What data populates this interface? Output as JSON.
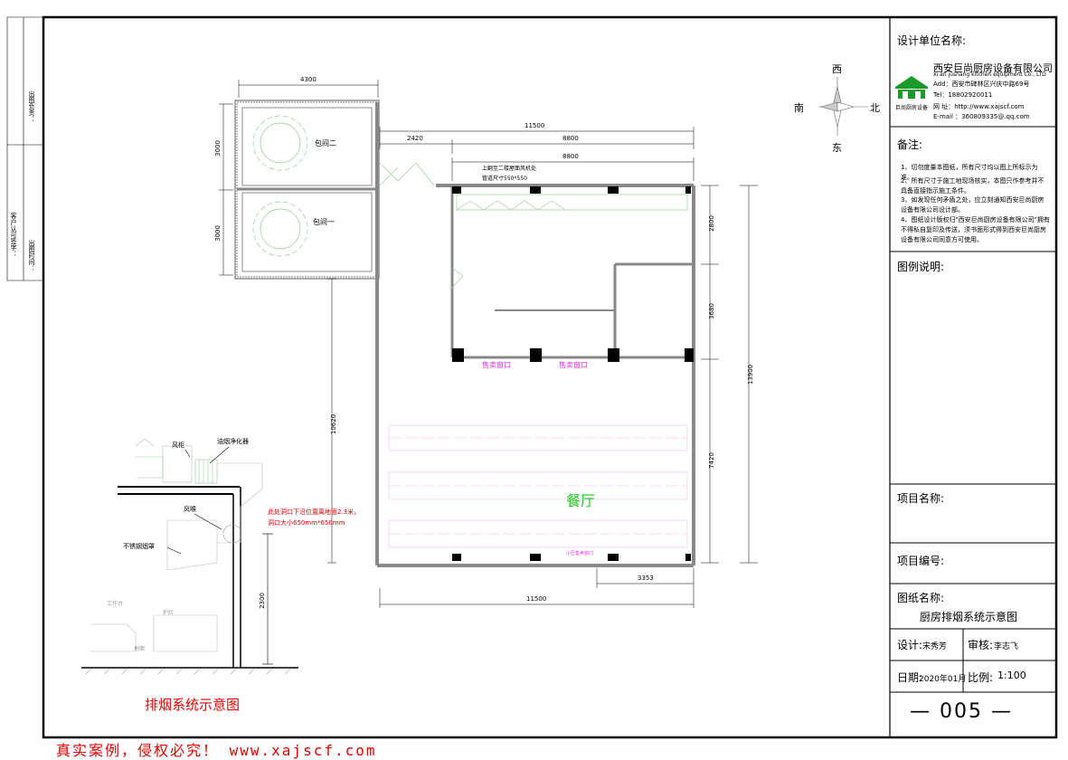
{
  "sheet": {
    "left_strip": {
      "row1": "出图负责：",
      "row2a": "客户认可签字：",
      "row2b": "出图时间："
    },
    "title_block": {
      "design_unit_label": "设计单位名称:",
      "company_cn": "西安巨尚厨房设备有限公司",
      "company_en": "xi an jushang kitchen equipment Co., LTD",
      "addr": "Add：西安市碑林区兴庆中路69号",
      "tel": "Tel：18802920011",
      "web": "网   址：http://www.xajscf.com",
      "email": "E-mail  ：360809335@.qq.com",
      "logo_caption": "巨尚厨房设备",
      "notes_label": "备注:",
      "notes": [
        "1、切勿度量本图纸，所有尺寸均以图上所标示为准。",
        "2、所有尺寸于施工地现场核实，本图只作参考并不具备直接指示施工条件。",
        "3、如发现任何矛盾之处，应立刻通知西安巨尚厨房设备有限公司设计部。",
        "4、图纸设计版权归\"西安巨尚厨房设备有限公司\"拥有不得私自复印及传送，须书面形式得到西安巨尚厨房设备有限公司同意方可使用。"
      ],
      "legend_label": "图例说明:",
      "project_name_label": "项目名称:",
      "project_no_label": "项目编号:",
      "drawing_name_label": "图纸名称:",
      "drawing_name": "厨房排烟系统示意图",
      "design_label": "设计:",
      "designer": "宋秀芳",
      "review_label": "审核:",
      "reviewer": "李志飞",
      "date_label": "日期:",
      "date": "2020年01月",
      "scale_label": "比例:",
      "scale": "1:100",
      "sheet_no": "— 005 —"
    },
    "compass": {
      "north": "北",
      "south": "南",
      "east": "东",
      "west": "西"
    },
    "plan": {
      "room_private2": "包间二",
      "room_private1": "包间一",
      "dining_hall": "餐厅",
      "sale_window_1": "售卖窗口",
      "sale_window_2": "售卖窗口",
      "small_window": "小区售卖窗口",
      "duct_note_1": "上翻至二楼屋面风机处",
      "duct_note_2": "管道尺寸550*550",
      "dims": {
        "d4300": "4300",
        "d3000a": "3000",
        "d3000b": "3000",
        "d11500top": "11500",
        "d2420": "2420",
        "d8800a": "8800",
        "d8800b": "8800",
        "d2800": "2800",
        "d3680": "3680",
        "d13900": "13900",
        "d7420": "7420",
        "d10620": "10620",
        "d3353": "3353",
        "d11500bot": "11500"
      }
    },
    "exhaust": {
      "fan_cabinet": "风柜",
      "purifier": "油烟净化器",
      "duct": "风喉",
      "hood": "不锈钢烟罩",
      "hole_note_1": "此处洞口下沿位置离地面2.3米，",
      "hole_note_2": "洞口大小650mm*650mm",
      "d2300": "2300",
      "workbench": "工作台",
      "stove": "炉灶",
      "floor": "地面",
      "title": "排烟系统示意图"
    },
    "watermark": "真实案例，侵权必究！  www.xajscf.com"
  }
}
